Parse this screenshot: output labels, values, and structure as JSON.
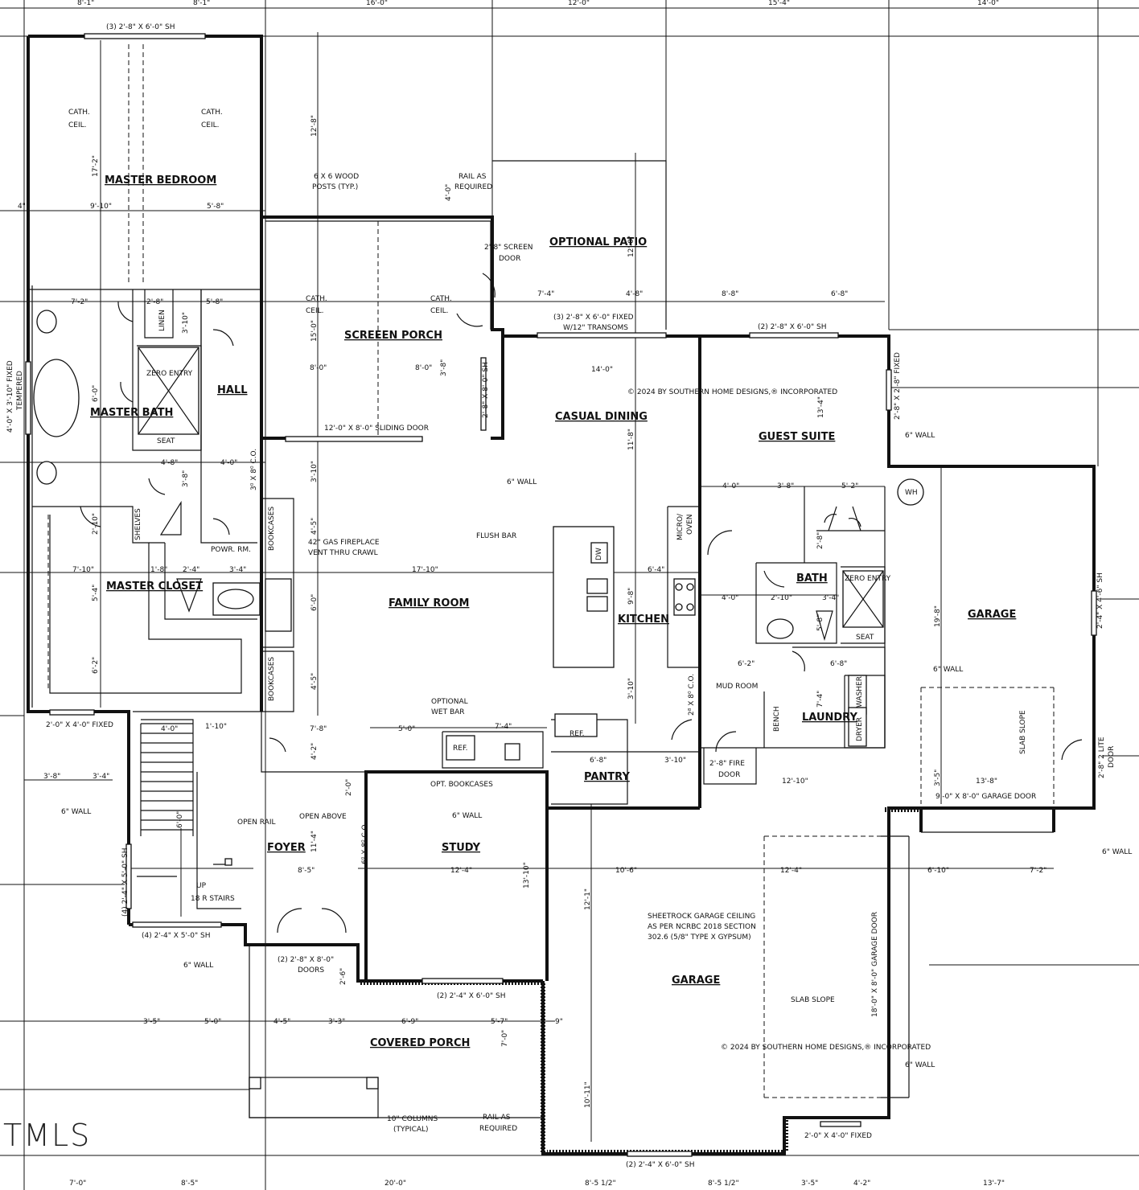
{
  "rooms": {
    "master_bedroom": "MASTER BEDROOM",
    "master_bath": "MASTER BATH",
    "master_closet": "MASTER CLOSET",
    "hall": "HALL",
    "powder_room": "POWR. RM.",
    "screen_porch": "SCREEEN PORCH",
    "optional_patio": "OPTIONAL PATIO",
    "casual_dining": "CASUAL DINING",
    "guest_suite": "GUEST SUITE",
    "family_room": "FAMILY ROOM",
    "kitchen": "KITCHEN",
    "bath": "BATH",
    "mud_room": "MUD ROOM",
    "laundry": "LAUNDRY",
    "garage_right": "GARAGE",
    "garage_main": "GARAGE",
    "pantry": "PANTRY",
    "foyer": "FOYER",
    "study": "STUDY",
    "covered_porch": "COVERED PORCH"
  },
  "notes": {
    "windows_bedroom": "(3) 2'-8\" X 6'-0\" SH",
    "cath_ceil_1": "CATH.",
    "cath_ceil_2": "CEIL.",
    "posts": "6 X 6 WOOD",
    "posts2": "POSTS (TYP.)",
    "rail_required": "RAIL AS",
    "rail_required2": "REQUIRED",
    "screen_door": "2'-8\" SCREEN",
    "screen_door2": "DOOR",
    "fixed_transoms": "(3) 2'-8\" X 6'-0\" FIXED",
    "fixed_transoms2": "W/12\" TRANSOMS",
    "guest_windows": "(2) 2'-8\" X 6'-0\" SH",
    "copyright_top": "© 2024 BY SOUTHERN HOME DESIGNS,® INCORPORATED",
    "copyright_bottom": "© 2024 BY SOUTHERN HOME DESIGNS,® INCORPORATED",
    "sliding_door": "12'-0\" X 8'-0\" SLIDING DOOR",
    "zero_entry": "ZERO ENTRY",
    "zero_entry2": "ZERO ENTRY",
    "seat": "SEAT",
    "seat2": "SEAT",
    "linen": "LINEN",
    "shelves": "SHELVES",
    "bookcases": "BOOKCASES",
    "bookcases2": "BOOKCASES",
    "fireplace": "42\" GAS FIREPLACE",
    "fireplace2": "VENT THRU CRAWL",
    "flush_bar": "FLUSH BAR",
    "micro_oven": "MICRO/",
    "micro_oven2": "OVEN",
    "dw": "DW",
    "wh": "WH",
    "six_wall": "6\" WALL",
    "washer": "WASHER",
    "dryer": "DRYER",
    "bench": "BENCH",
    "fire_door": "2'-8\" FIRE",
    "fire_door2": "DOOR",
    "optional_wet_bar": "OPTIONAL",
    "optional_wet_bar2": "WET BAR",
    "ref": "REF.",
    "ref2": "REF.",
    "opt_bookcases": "OPT. BOOKCASES",
    "open_rail": "OPEN RAIL",
    "open_above": "OPEN ABOVE",
    "stairs": "18 R STAIRS",
    "up": "UP",
    "fixed_window": "2'-0\" X 4'-0\" FIXED",
    "fixed_window_br": "2'-0\" X 4'-0\" FIXED",
    "tempered": "4'-0\" X 3'-10\" FIXED",
    "tempered2": "TEMPERED",
    "foyer_windows": "(4) 2'-4\" X 5'-0\" SH",
    "foyer_windows_side": "(4) 2'-4\" X 5'-0\" SH",
    "doors": "(2) 2'-8\" X 8'-0\"",
    "doors2": "DOORS",
    "study_windows": "(2) 2'-4\" X 6'-0\" SH",
    "garage_windows": "(2) 2'-4\" X 6'-0\" SH",
    "sheetrock1": "SHEETROCK GARAGE CEILING",
    "sheetrock2": "AS PER NCRBC 2018 SECTION",
    "sheetrock3": "302.6 (5/8\" TYPE X GYPSUM)",
    "slab_slope": "SLAB SLOPE",
    "slab_slope2": "SLAB SLOPE",
    "garage_door_side": "18'-0\" X 8'-0\" GARAGE DOOR",
    "garage_door_right": "9'-0\" X 8'-0\" GARAGE DOOR",
    "two_lite_door": "2'-8\" 2 LITE",
    "two_lite_door2": "DOOR",
    "columns": "10\" COLUMNS",
    "columns2": "(TYPICAL)",
    "sh_right": "2'-4\" X 4'-6\" SH",
    "fixed_right": "2'-8\" X 2'-8\" FIXED",
    "sh_porch": "2'-8\" X 8'-0\" SH",
    "co1": "3⁰ X 8⁰ C.O.",
    "co2": "6⁰ X 8⁰ C.O.",
    "co3": "2⁸ X 8⁰ C.O."
  },
  "dims": {
    "top": [
      "8'-1\"",
      "8'-1\"",
      "16'-0\"",
      "12'-0\"",
      "15'-4\"",
      "14'-0\""
    ],
    "bottom": [
      "7'-0\"",
      "8'-5\"",
      "20'-0\"",
      "8'-5 1/2\"",
      "8'-5 1/2\"",
      "3'-5\"",
      "4'-2\"",
      "13'-7\""
    ],
    "porch_row": [
      "3'-5\"",
      "5'-0\"",
      "4'-5\"",
      "3'-3\"",
      "6'-9\"",
      "5'-7\"",
      "9\""
    ],
    "misc": [
      "9'-10\"",
      "5'-8\"",
      "4\"",
      "7'-2\"",
      "5'-8\"",
      "17'-2\"",
      "12'-8\"",
      "15'-0\"",
      "8'-0\"",
      "8'-0\"",
      "4'-0\"",
      "12'-0\"",
      "7'-4\"",
      "4'-8\"",
      "8'-8\"",
      "6'-8\"",
      "14'-0\"",
      "13'-4\"",
      "11'-8\"",
      "17'-10\"",
      "6'-4\"",
      "9'-8\"",
      "3'-10\"",
      "4'-0\"",
      "3'-8\"",
      "5'-2\"",
      "19'-8\"",
      "7'-10\"",
      "5'-4\"",
      "6'-2\"",
      "3'-8\"",
      "3'-4\"",
      "11'-4\"",
      "8'-5\"",
      "12'-4\"",
      "13'-10\"",
      "10'-6\"",
      "12'-4\"",
      "12'-1\"",
      "10'-11\"",
      "6'-10\"",
      "7'-2\"",
      "12'-10\"",
      "13'-8\"",
      "7'-8\"",
      "5'-0\"",
      "7'-4\"",
      "6'-8\"",
      "3'-10\"",
      "4'-5\"",
      "6'-0\"",
      "4'-5\"",
      "3'-10\"",
      "6'-0\"",
      "4'-2\"",
      "2'-0\"",
      "7'-0\"",
      "6'-2\"",
      "6'-8\"",
      "7'-4\"",
      "3'-4\"",
      "2'-10\"",
      "4'-0\"",
      "5'-8\"",
      "4'-8\"",
      "4'-0\"",
      "2'-8\"",
      "2'-4\"",
      "3'-4\"",
      "1'-8\"",
      "1'-10\"",
      "4'-0\"",
      "6'-0\"",
      "3'-8\"",
      "3'-8\"",
      "3'-10\"",
      "2'-10\"",
      "2'-8\"",
      "2'-6\"",
      "3'-5\""
    ]
  },
  "watermark": "TMLS"
}
